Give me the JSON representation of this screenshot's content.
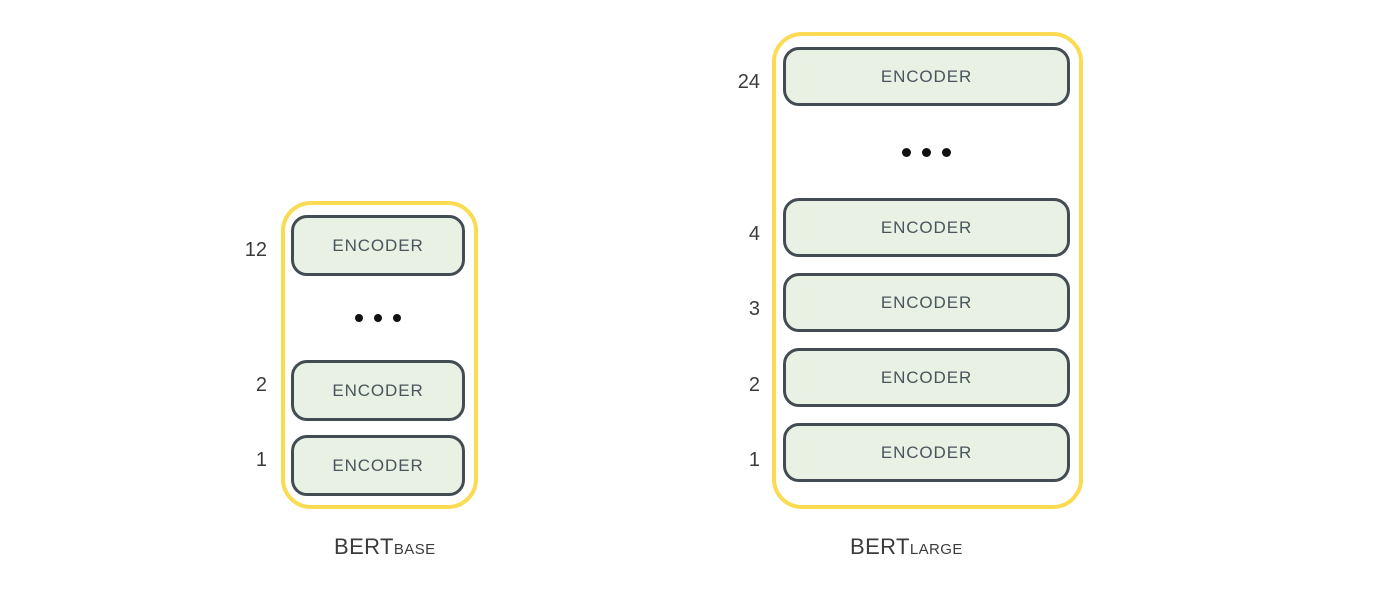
{
  "figure": {
    "background_color": "#ffffff",
    "outline_color": "#fbdb52",
    "box_fill_color": "#e8f1e4",
    "box_border_color": "#434c52",
    "text_color": "#4a545c",
    "label_color": "#3b3b3b",
    "dot_color": "#111111"
  },
  "models": [
    {
      "id": "bert-base",
      "caption_main": "BERT",
      "caption_sub": "BASE",
      "total_layers": 12,
      "rows": [
        {
          "type": "encoder",
          "number": "12",
          "label": "ENCODER"
        },
        {
          "type": "ellipsis",
          "number": "",
          "label": ""
        },
        {
          "type": "encoder",
          "number": "2",
          "label": "ENCODER"
        },
        {
          "type": "encoder",
          "number": "1",
          "label": "ENCODER"
        }
      ]
    },
    {
      "id": "bert-large",
      "caption_main": "BERT",
      "caption_sub": "LARGE",
      "total_layers": 24,
      "rows": [
        {
          "type": "encoder",
          "number": "24",
          "label": "ENCODER"
        },
        {
          "type": "ellipsis",
          "number": "",
          "label": ""
        },
        {
          "type": "encoder",
          "number": "4",
          "label": "ENCODER"
        },
        {
          "type": "encoder",
          "number": "3",
          "label": "ENCODER"
        },
        {
          "type": "encoder",
          "number": "2",
          "label": "ENCODER"
        },
        {
          "type": "encoder",
          "number": "1",
          "label": "ENCODER"
        }
      ]
    }
  ],
  "ellipsis": {
    "dot_count": 3
  }
}
